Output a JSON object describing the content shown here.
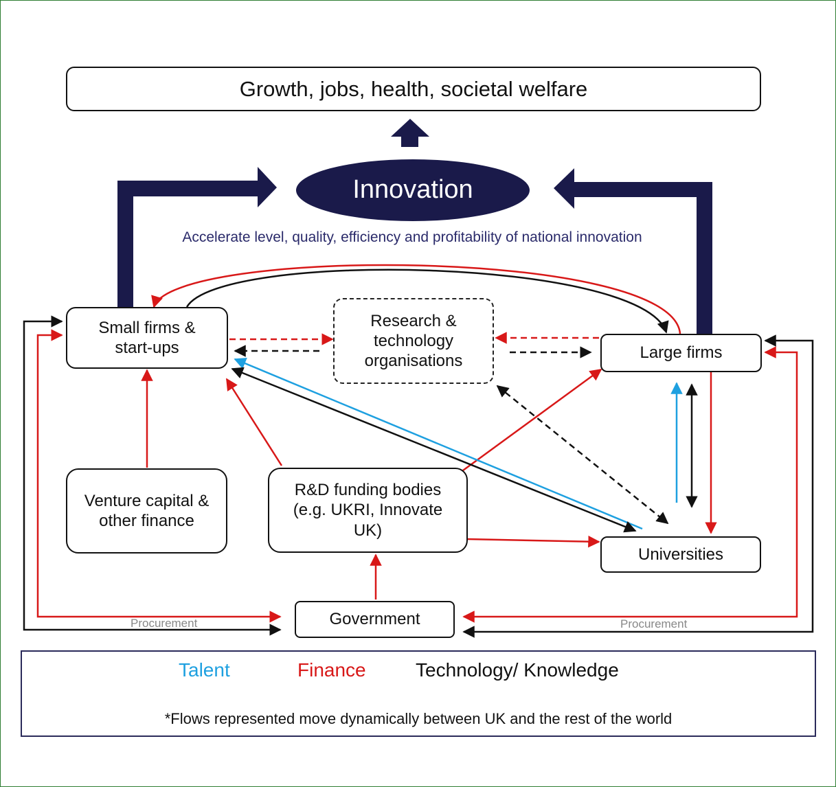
{
  "outcome": "Growth, jobs, health, societal welfare",
  "innovation": "Innovation",
  "tagline": "Accelerate level, quality, efficiency and profitability of national innovation",
  "nodes": {
    "small_firms": "Small firms & start-ups",
    "rto": "Research & technology organisations",
    "large_firms": "Large firms",
    "venture": "Venture capital & other finance",
    "rd_funding": "R&D funding bodies (e.g. UKRI, Innovate UK)",
    "universities": "Universities",
    "government": "Government"
  },
  "procurement_left": "Procurement",
  "procurement_right": "Procurement",
  "legend": {
    "talent": "Talent",
    "finance": "Finance",
    "technology": "Technology/ Knowledge",
    "footnote": "*Flows represented move dynamically between UK and the rest of the world"
  },
  "colors": {
    "navy": "#1a1a4a",
    "talent": "#1ea0e0",
    "finance": "#d81818",
    "technology": "#111111",
    "tagline": "#2a2a6a",
    "procurement": "#888888"
  }
}
